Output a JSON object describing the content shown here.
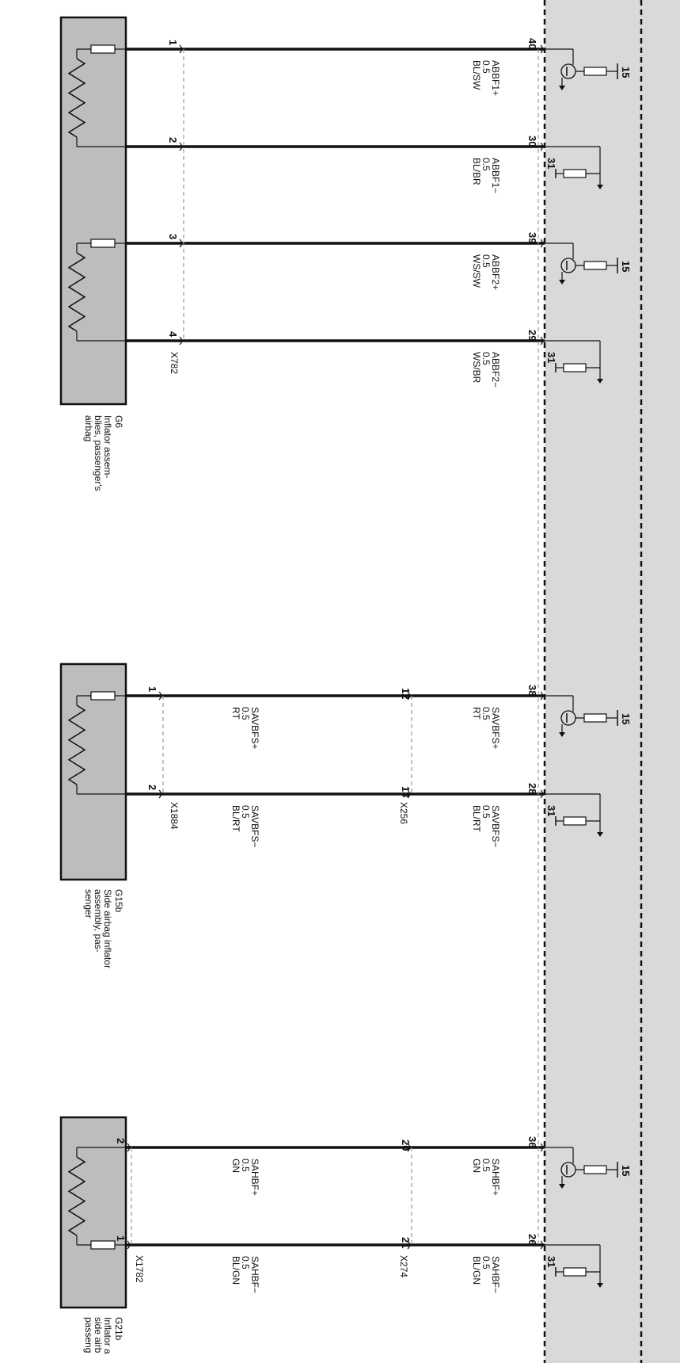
{
  "connectors": {
    "g6": "X782",
    "g15b_outer": "X1884",
    "g15b_inner": "X256",
    "g21b_outer": "X1782",
    "g21b_inner": "X274"
  },
  "components": {
    "g6": {
      "id": "G6",
      "lines": [
        "Inflator assem-",
        "blies, passenger's",
        "airbag"
      ]
    },
    "g15b": {
      "id": "G15b",
      "lines": [
        "Side airbag inflator",
        "assembly, pas-",
        "senger"
      ]
    },
    "g21b": {
      "id": "G21b",
      "lines": [
        "Inflator a",
        "side airb",
        "passeng"
      ]
    }
  },
  "wires": [
    {
      "signal": "ABBF1+",
      "gauge": "0.5",
      "color": "BL/SW",
      "pin_comp": "1",
      "pin_inner": "",
      "pin_ecu": "40",
      "driver": "high",
      "ecu_term": "15"
    },
    {
      "signal": "ABBF1−",
      "gauge": "0.5",
      "color": "BL/BR",
      "pin_comp": "2",
      "pin_inner": "",
      "pin_ecu": "30",
      "driver": "low",
      "ecu_term": "31"
    },
    {
      "signal": "ABBF2+",
      "gauge": "0.5",
      "color": "WS/SW",
      "pin_comp": "3",
      "pin_inner": "",
      "pin_ecu": "39",
      "driver": "high",
      "ecu_term": "15"
    },
    {
      "signal": "ABBF2−",
      "gauge": "0.5",
      "color": "WS/BR",
      "pin_comp": "4",
      "pin_inner": "",
      "pin_ecu": "29",
      "driver": "low",
      "ecu_term": "31"
    },
    {
      "signal": "SAVBFS+",
      "gauge": "0.5",
      "color": "RT",
      "pin_comp": "1",
      "pin_inner": "12",
      "pin_ecu": "38",
      "driver": "high",
      "ecu_term": "15"
    },
    {
      "signal": "SAVBFS−",
      "gauge": "0.5",
      "color": "BL/RT",
      "pin_comp": "2",
      "pin_inner": "13",
      "pin_ecu": "28",
      "driver": "low",
      "ecu_term": "31"
    },
    {
      "signal": "SAHBF+",
      "gauge": "0.5",
      "color": "GN",
      "pin_comp": "2",
      "pin_inner": "20",
      "pin_ecu": "36",
      "driver": "high",
      "ecu_term": "15"
    },
    {
      "signal": "SAHBF−",
      "gauge": "0.5",
      "color": "BL/GN",
      "pin_comp": "1",
      "pin_inner": "21",
      "pin_ecu": "26",
      "driver": "low",
      "ecu_term": "31"
    }
  ]
}
